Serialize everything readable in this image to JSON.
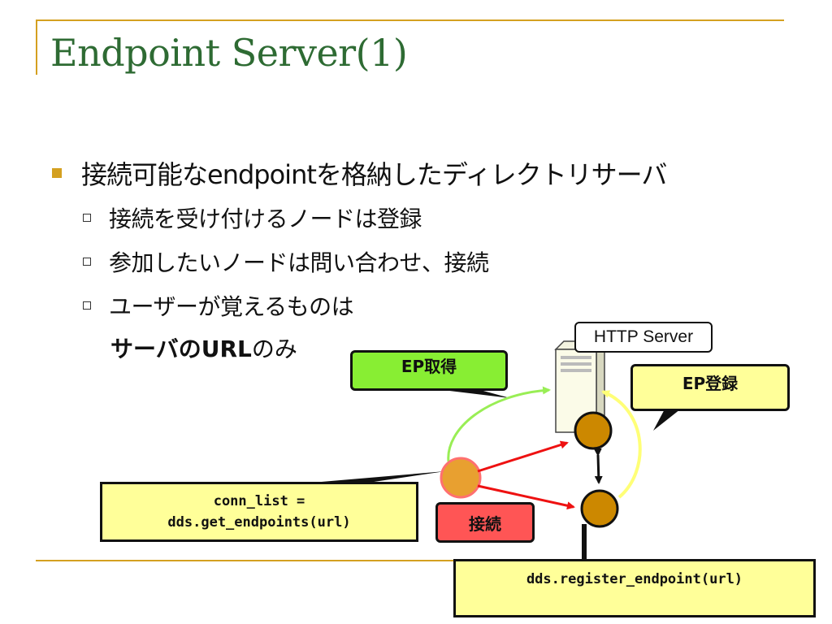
{
  "slide": {
    "title": "Endpoint Server(1)",
    "bullet": "接続可能なendpointを格納したディレクトリサーバ",
    "sub_bullets": [
      "接続を受け付けるノードは登録",
      "参加したいノードは問い合わせ、接続",
      "ユーザーが覚えるものは"
    ],
    "continuation_bold": "サーバのURL",
    "continuation_rest": "のみ"
  },
  "diagram": {
    "http_server_label": "HTTP Server",
    "ep_get_label": "EP取得",
    "ep_register_label": "EP登録",
    "connect_label": "接続",
    "code_get_line1": "conn_list =",
    "code_get_line2": "dds.get_endpoints(url)",
    "code_register": "dds.register_endpoint(url)"
  },
  "colors": {
    "accent": "#d4a020",
    "title": "#2e6b33",
    "ep_get_fill": "#88ee33",
    "ep_register_fill": "#ffff99",
    "connect_fill": "#ff5555",
    "node_fill": "#cc8800",
    "client_node_fill": "#e8a030",
    "arrow_red": "#ee1111",
    "arrow_green": "#99ee55",
    "arrow_yellow": "#ffff77"
  }
}
